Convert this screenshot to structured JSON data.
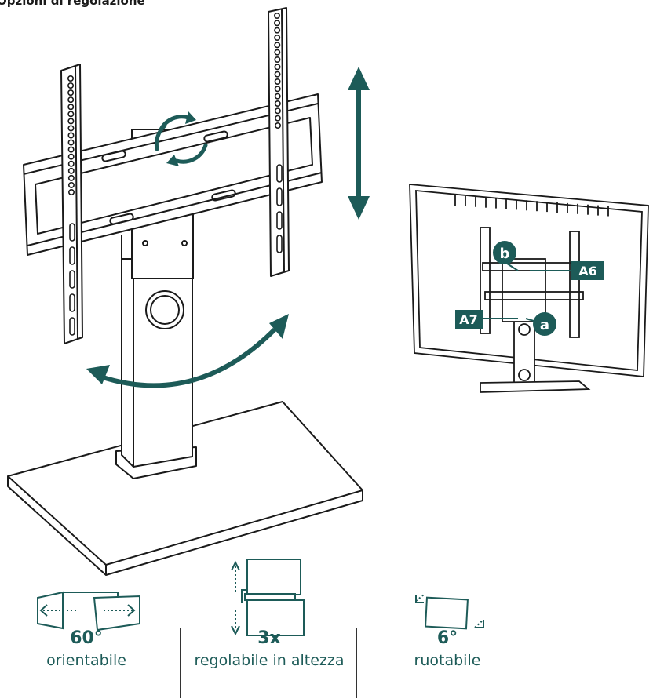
{
  "title": "Opzioni di regolazione",
  "colors": {
    "accent": "#1d5b58",
    "line": "#1a1a1a"
  },
  "callouts": {
    "b": "b",
    "a": "a",
    "A6": "A6",
    "A7": "A7"
  },
  "features": [
    {
      "value": "60°",
      "label": "orientabile",
      "icon": "swivel-icon"
    },
    {
      "value": "3x",
      "label": "regolabile in altezza",
      "icon": "height-adjust-icon"
    },
    {
      "value": "6°",
      "label": "ruotabile",
      "icon": "rotate-icon"
    }
  ]
}
